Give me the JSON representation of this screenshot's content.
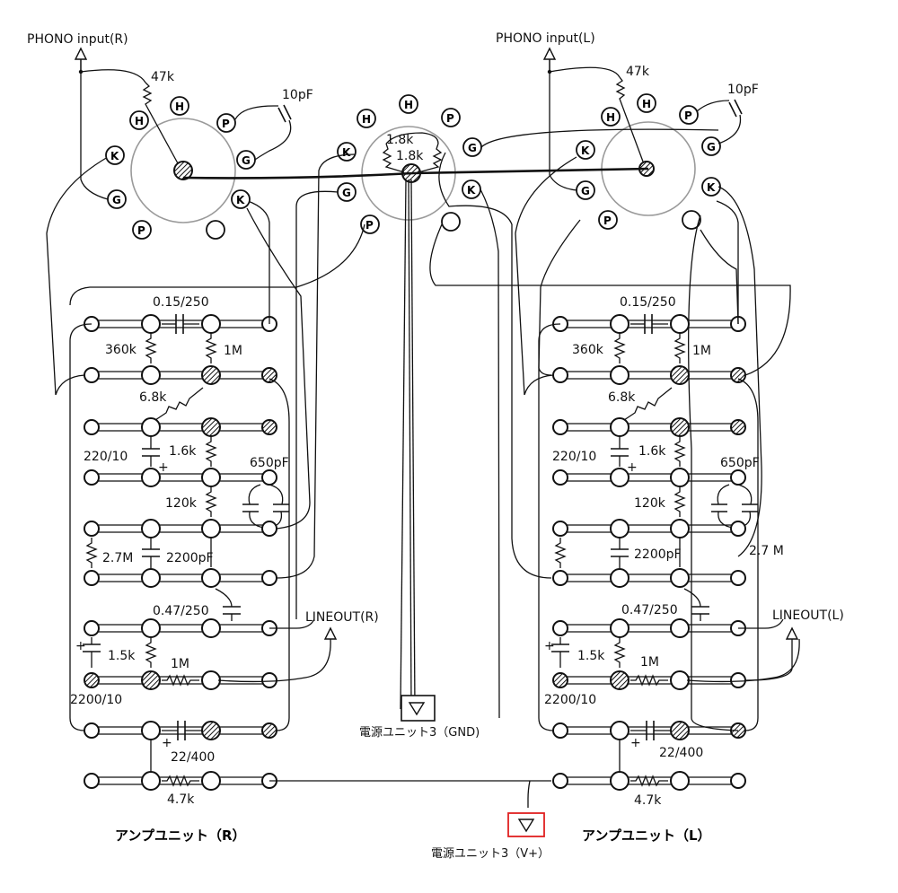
{
  "title_right": "アンプユニット（R）",
  "title_left": "アンプユニット（L）",
  "inputs": {
    "right": "PHONO input(R)",
    "left": "PHONO input(L)"
  },
  "outputs": {
    "right": "LINEOUT(R)",
    "left": "LINEOUT(L)"
  },
  "power": {
    "gnd": "電源ユニット3（GND)",
    "vplus": "電源ユニット3（V+）"
  },
  "pins": {
    "H": "H",
    "K": "K",
    "G": "G",
    "P": "P"
  },
  "components": {
    "r_input": "47k",
    "c_small": "10pF",
    "r_cathode_a": "1.8k",
    "r_cathode_b": "1.8k",
    "c_coupling1": "0.15/250",
    "r1": "360k",
    "r2": "1M",
    "r3": "6.8k",
    "c_cathode": "220/10",
    "r4": "1.6k",
    "c_eq1": "650pF",
    "r5": "120k",
    "r6_right": "2.7M",
    "r6_left": "2.7 M",
    "c_eq2": "2200pF",
    "c_out": "0.47/250",
    "r7": "1.5k",
    "r8": "1M",
    "c_cathode2": "2200/10",
    "c_supply": "22/400",
    "r9": "4.7k"
  },
  "colors": {
    "vplus_box": "#e02020",
    "gnd_box": "#000000"
  }
}
